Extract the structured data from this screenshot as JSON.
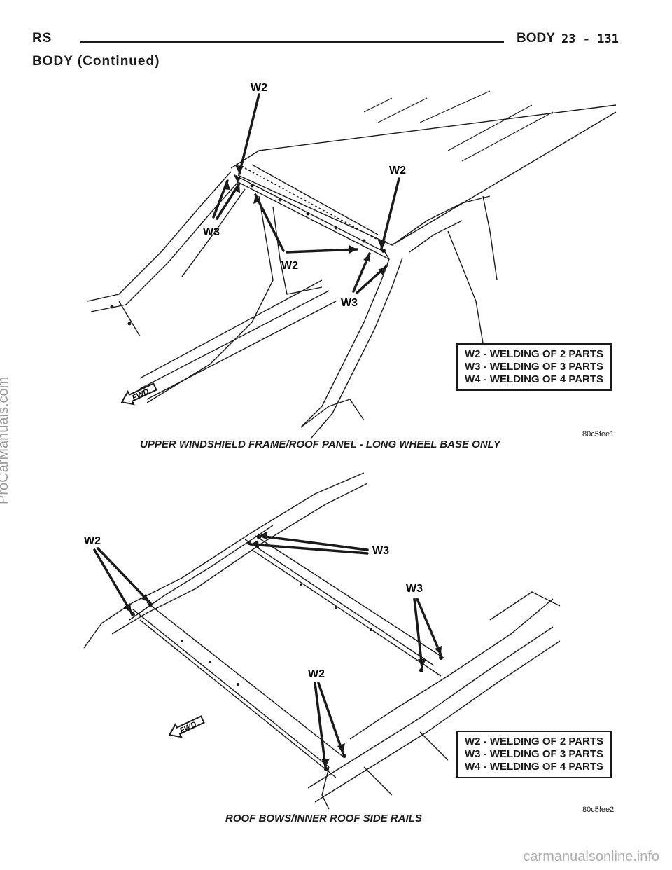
{
  "header": {
    "left": "RS",
    "section": "BODY",
    "page": "23 - 131",
    "subtitle": "BODY (Continued)"
  },
  "watermark": "ProCarManuals.com",
  "footer_watermark": "carmanualsonline.info",
  "figure1": {
    "labels": {
      "w2_top": "W2",
      "w2_right": "W2",
      "w3_left": "W3",
      "w2_mid": "W2",
      "w3_mid": "W3"
    },
    "fwd": "FWD",
    "legend": [
      "W2 - WELDING OF 2 PARTS",
      "W3 - WELDING OF 3 PARTS",
      "W4 - WELDING OF 4 PARTS"
    ],
    "code": "80c5fee1",
    "caption": "UPPER WINDSHIELD FRAME/ROOF PANEL - LONG WHEEL BASE ONLY"
  },
  "figure2": {
    "labels": {
      "w2_left": "W2",
      "w3_top": "W3",
      "w3_right": "W3",
      "w2_bottom": "W2"
    },
    "fwd": "FWD",
    "legend": [
      "W2 - WELDING OF 2 PARTS",
      "W3 - WELDING OF 3 PARTS",
      "W4 - WELDING OF 4 PARTS"
    ],
    "code": "80c5fee2",
    "caption": "ROOF BOWS/INNER ROOF SIDE RAILS"
  }
}
